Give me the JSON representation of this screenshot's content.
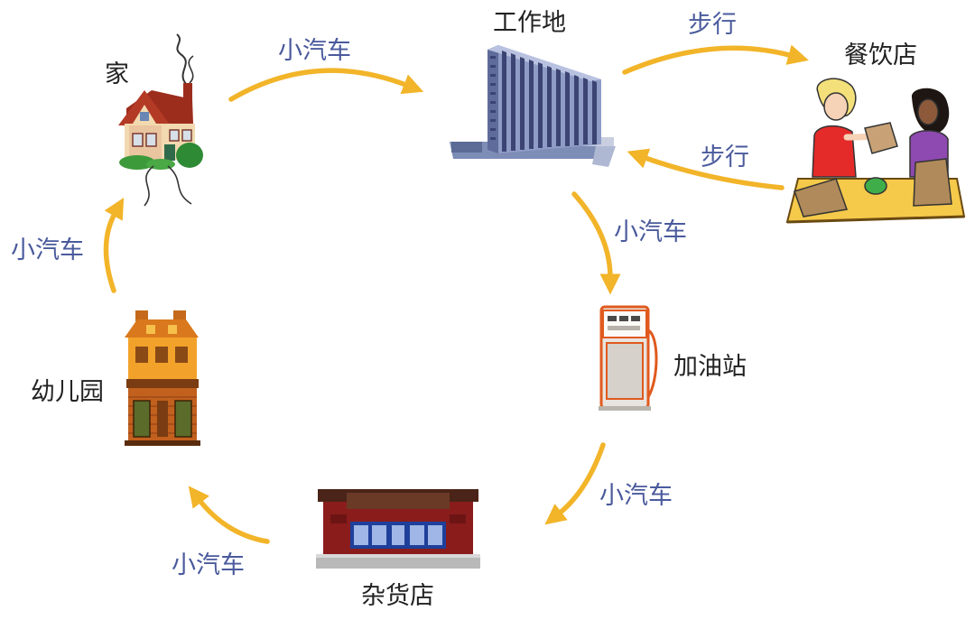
{
  "places": {
    "home": "家",
    "work": "工作地",
    "restaurant": "餐饮店",
    "gas_station": "加油站",
    "grocery": "杂货店",
    "kindergarten": "幼儿园"
  },
  "modes": {
    "home_to_work": "小汽车",
    "work_to_restaurant": "步行",
    "restaurant_to_work": "步行",
    "work_to_gas": "小汽车",
    "gas_to_grocery": "小汽车",
    "grocery_to_kindergarten": "小汽车",
    "kindergarten_to_home": "小汽车"
  },
  "colors": {
    "arrow": "#f2b429",
    "mode_text": "#4a5a9c",
    "place_text": "#222222"
  }
}
